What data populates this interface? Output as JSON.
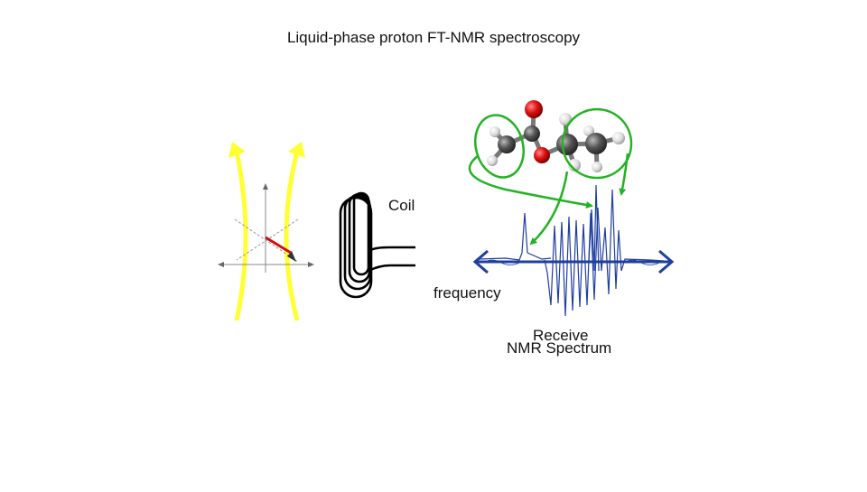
{
  "title": "Liquid-phase proton FT-NMR spectroscopy",
  "labels": {
    "coil": "Coil",
    "frequency": "frequency",
    "receive": "Receive",
    "nmr_spectrum": "NMR Spectrum"
  },
  "colors": {
    "field_lines": "#ffff33",
    "coil": "#000000",
    "frequency_axis": "#1f3f9f",
    "spectrum_trace": "#1f3f9f",
    "group_highlight": "#22b322",
    "oxygen_atom": "#dd1111",
    "carbon_atom": "#555555",
    "hydrogen_atom": "#dddddd",
    "magnetization_vector": "#cc1111"
  },
  "icons": [
    "magnetic-field-lines",
    "rotating-frame-axes",
    "coil-icon",
    "molecule-ethyl-acetate"
  ]
}
